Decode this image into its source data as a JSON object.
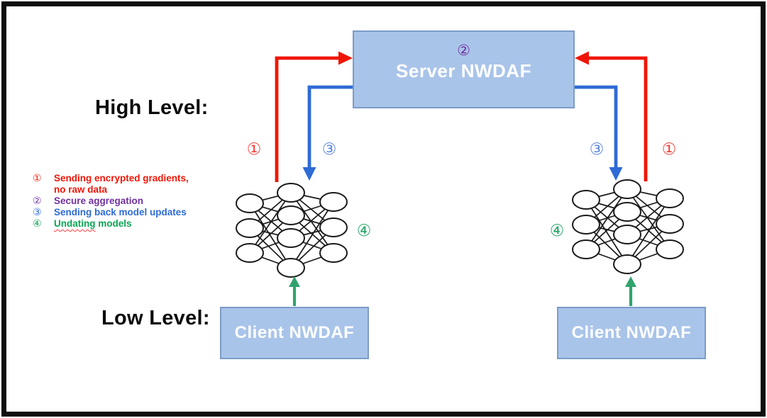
{
  "sections": {
    "high_level": "High Level:",
    "low_level": "Low Level:"
  },
  "server_box": {
    "badge_num": "②",
    "label": "Server NWDAF"
  },
  "client_box_left": {
    "label": "Client NWDAF"
  },
  "client_box_right": {
    "label": "Client NWDAF"
  },
  "legend": [
    {
      "num": "①",
      "color": "#f01607",
      "lines": [
        "Sending encrypted gradients,",
        "no raw data"
      ]
    },
    {
      "num": "②",
      "color": "#7030a0",
      "lines": [
        "Secure aggregation"
      ]
    },
    {
      "num": "③",
      "color": "#2e6bd5",
      "lines": [
        "Sending back model updates"
      ]
    },
    {
      "num": "④",
      "color": "#0aa553",
      "misspelled_word": "Undating",
      "rest": " models"
    }
  ],
  "flow_labels": {
    "left_red_num": "①",
    "left_blue_num": "③",
    "right_blue_num": "③",
    "right_red_num": "①",
    "left_green_num": "④",
    "right_green_num": "④"
  },
  "colors": {
    "arrow_red": "#f01607",
    "arrow_blue": "#2e6bd5",
    "arrow_green": "#30a36d",
    "badge_purple": "#7030a0",
    "box_fill": "#a9c4e9",
    "box_border": "#7c9cc9",
    "frame_black": "#0d0d0d",
    "node_stroke": "#1a1a1a"
  }
}
